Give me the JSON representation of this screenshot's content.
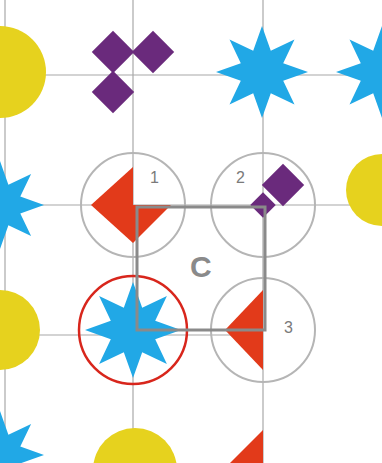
{
  "diagram": {
    "labels": [
      "1",
      "2",
      "3",
      "C"
    ]
  }
}
